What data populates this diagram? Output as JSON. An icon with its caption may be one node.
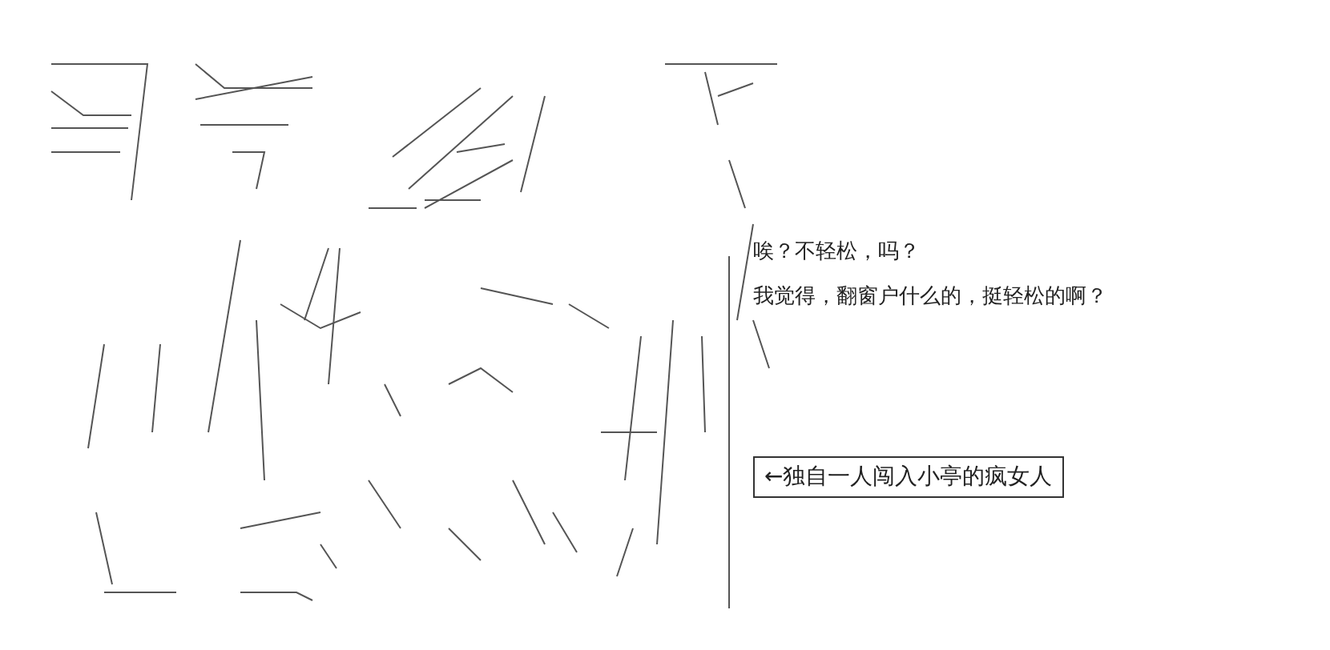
{
  "diagram": {
    "nodes": [
      {
        "text": [
          "←独自一人闯入小亭的疯女人"
        ]
      }
    ],
    "labels": [
      "唉？不轻松，吗？",
      "我觉得，翻窗户什么的，挺轻松的啊？"
    ]
  }
}
